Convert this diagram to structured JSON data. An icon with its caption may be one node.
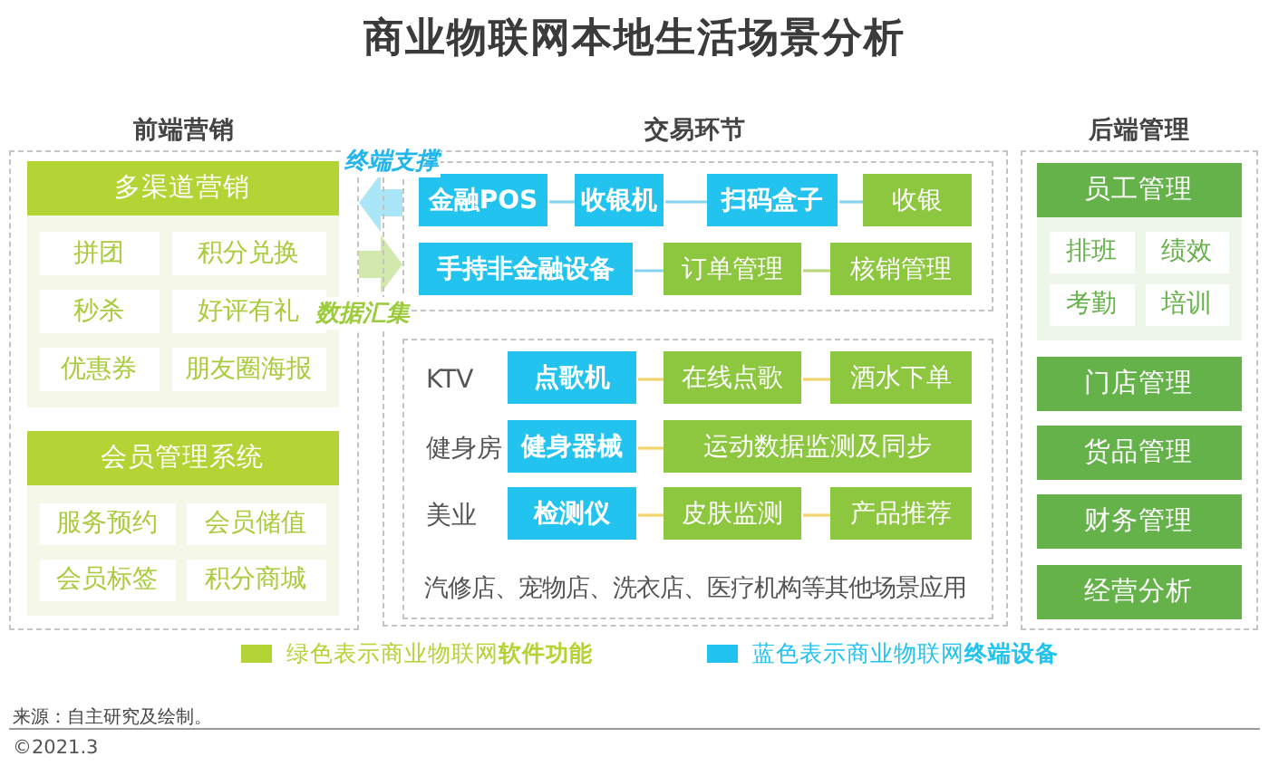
{
  "diagram": {
    "title": "商业物联网本地生活场景分析",
    "nodes": [
      {
        "text": [
          "前端营销"
        ]
      },
      {
        "text": [
          "多渠道营销"
        ],
        "in": 0
      },
      {
        "text": [],
        "shape": "box",
        "in": 0
      },
      {
        "text": [
          "拼团"
        ],
        "in": 2
      },
      {
        "text": [
          "积分兑换"
        ],
        "in": 2
      },
      {
        "text": [
          "秒杀"
        ],
        "in": 2
      },
      {
        "text": [
          "好评有礼"
        ],
        "in": 2
      },
      {
        "text": [
          "优惠券"
        ],
        "in": 2
      },
      {
        "text": [
          "朋友圈海报"
        ],
        "in": 2
      },
      {
        "text": [
          "会员管理系统"
        ],
        "in": 0
      },
      {
        "text": [],
        "shape": "box",
        "in": 0
      },
      {
        "text": [
          "服务预约"
        ],
        "in": 10
      },
      {
        "text": [
          "会员储值"
        ],
        "in": 10
      },
      {
        "text": [
          "会员标签"
        ],
        "in": 10
      },
      {
        "text": [
          "积分商城"
        ],
        "in": 10
      },
      {
        "text": [
          "交易环节"
        ]
      },
      {
        "text": [],
        "shape": "box",
        "in": 15
      },
      {
        "text": [
          "金融POS"
        ],
        "in": 16
      },
      {
        "text": [
          "收银机"
        ],
        "in": 16
      },
      {
        "text": [
          "扫码盒子"
        ],
        "in": 16
      },
      {
        "text": [
          "收银"
        ],
        "in": 16
      },
      {
        "text": [
          "手持非金融设备"
        ],
        "in": 16
      },
      {
        "text": [
          "订单管理"
        ],
        "in": 16
      },
      {
        "text": [
          "核销管理"
        ],
        "in": 16
      },
      {
        "text": [],
        "shape": "box",
        "in": 15
      },
      {
        "text": [
          "点歌机"
        ],
        "in": 24
      },
      {
        "text": [
          "在线点歌"
        ],
        "in": 24
      },
      {
        "text": [
          "酒水下单"
        ],
        "in": 24
      },
      {
        "text": [
          "健身器械"
        ],
        "in": 24
      },
      {
        "text": [
          "运动数据监测及同步"
        ],
        "in": 24
      },
      {
        "text": [
          "检测仪"
        ],
        "in": 24
      },
      {
        "text": [
          "皮肤监测"
        ],
        "in": 24
      },
      {
        "text": [
          "产品推荐"
        ],
        "in": 24
      },
      {
        "text": [
          "后端管理"
        ]
      },
      {
        "text": [
          "员工管理"
        ],
        "in": 33
      },
      {
        "text": [],
        "shape": "box",
        "in": 33
      },
      {
        "text": [
          "排班"
        ],
        "in": 35
      },
      {
        "text": [
          "绩效"
        ],
        "in": 35
      },
      {
        "text": [
          "考勤"
        ],
        "in": 35
      },
      {
        "text": [
          "培训"
        ],
        "in": 35
      },
      {
        "text": [
          "门店管理"
        ],
        "in": 33
      },
      {
        "text": [
          "货品管理"
        ],
        "in": 33
      },
      {
        "text": [
          "财务管理"
        ],
        "in": 33
      },
      {
        "text": [
          "经营分析"
        ],
        "in": 33
      }
    ],
    "edges": [
      {
        "from": 16,
        "to": 0,
        "arrow": "to",
        "label": "终端支撑",
        "style": "thick",
        "color": "#aae6f8"
      },
      {
        "from": 0,
        "to": 16,
        "arrow": "to",
        "label": "数据汇集",
        "style": "thick",
        "color": "#d2e8ac"
      },
      {
        "from": 17,
        "to": 18,
        "arrow": "none",
        "color": "#86d4ef"
      },
      {
        "from": 18,
        "to": 19,
        "arrow": "none",
        "color": "#86d4ef"
      },
      {
        "from": 19,
        "to": 20,
        "arrow": "none",
        "color": "#86d4ef"
      },
      {
        "from": 21,
        "to": 22,
        "arrow": "none",
        "color": "#86d4ef"
      },
      {
        "from": 22,
        "to": 23,
        "arrow": "none",
        "color": "#b9d97f"
      },
      {
        "from": 25,
        "to": 26,
        "arrow": "none"
      },
      {
        "from": 26,
        "to": 27,
        "arrow": "none"
      },
      {
        "from": 28,
        "to": 29,
        "arrow": "none"
      },
      {
        "from": 30,
        "to": 31,
        "arrow": "none"
      },
      {
        "from": 31,
        "to": 32,
        "arrow": "none"
      }
    ],
    "labels": [
      "KTV",
      "健身房",
      "美业",
      "汽修店、宠物店、洗衣店、医疗机构等其他场景应用",
      "来源：自主研究及绘制。",
      "©2021.3"
    ],
    "legend": [
      {
        "text": "绿色表示商业物联网**软件功能**",
        "color": "#b4d334"
      },
      {
        "text": "蓝色表示商业物联网**终端设备**",
        "color": "#22c3ee"
      }
    ]
  }
}
